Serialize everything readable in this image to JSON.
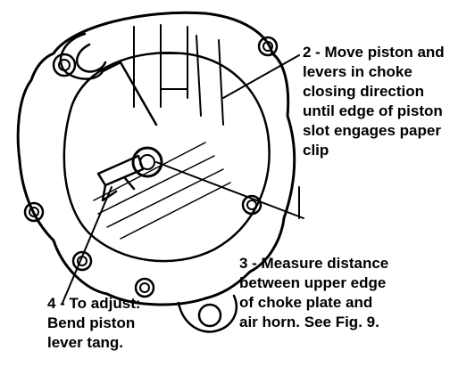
{
  "callouts": {
    "step2": [
      "2 - Move piston and",
      "levers in choke",
      "closing direction",
      "until edge of piston",
      "slot engages paper",
      "clip"
    ],
    "step3": [
      "3 - Measure distance",
      "between upper edge",
      "of choke plate and",
      "air horn. See Fig. 9."
    ],
    "step4": [
      "4 - To adjust:",
      "Bend piston",
      "lever tang."
    ]
  }
}
